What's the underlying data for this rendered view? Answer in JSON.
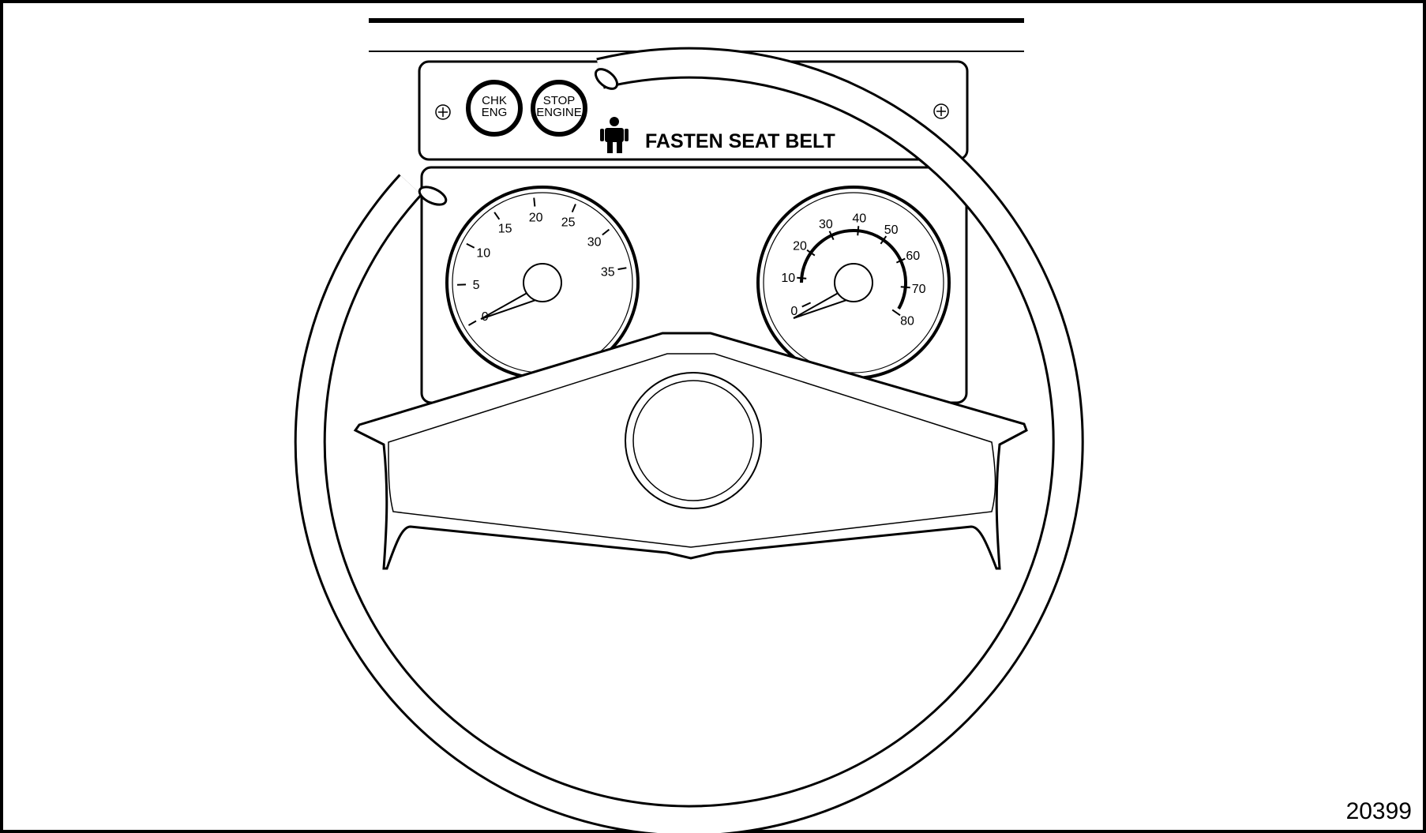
{
  "figure_number": "20399",
  "warning_lamps": {
    "check_engine": [
      "CHK",
      "ENG"
    ],
    "stop_engine": [
      "STOP",
      "ENGINE"
    ]
  },
  "seat_belt_warning": "FASTEN SEAT BELT",
  "left_gauge": {
    "labels": [
      "0",
      "5",
      "10",
      "15",
      "20",
      "25",
      "30",
      "35"
    ]
  },
  "right_gauge": {
    "labels": [
      "0",
      "10",
      "20",
      "30",
      "40",
      "50",
      "60",
      "70",
      "80"
    ]
  },
  "colors": {
    "line": "#000000",
    "background": "#ffffff"
  }
}
